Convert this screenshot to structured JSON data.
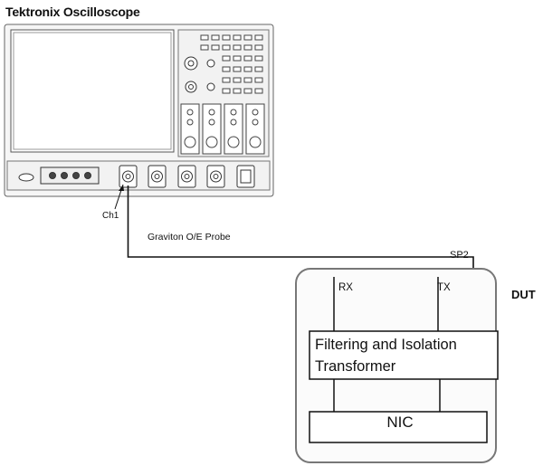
{
  "oscilloscope": {
    "title": "Tektronix Oscilloscope",
    "channel_label": "Ch1"
  },
  "probe": {
    "label": "Graviton O/E Probe",
    "test_point": "SP2"
  },
  "dut": {
    "label": "DUT",
    "rx_label": "RX",
    "tx_label": "TX",
    "transformer_label": "Filtering and Isolation Transformer",
    "nic_label": "NIC"
  }
}
